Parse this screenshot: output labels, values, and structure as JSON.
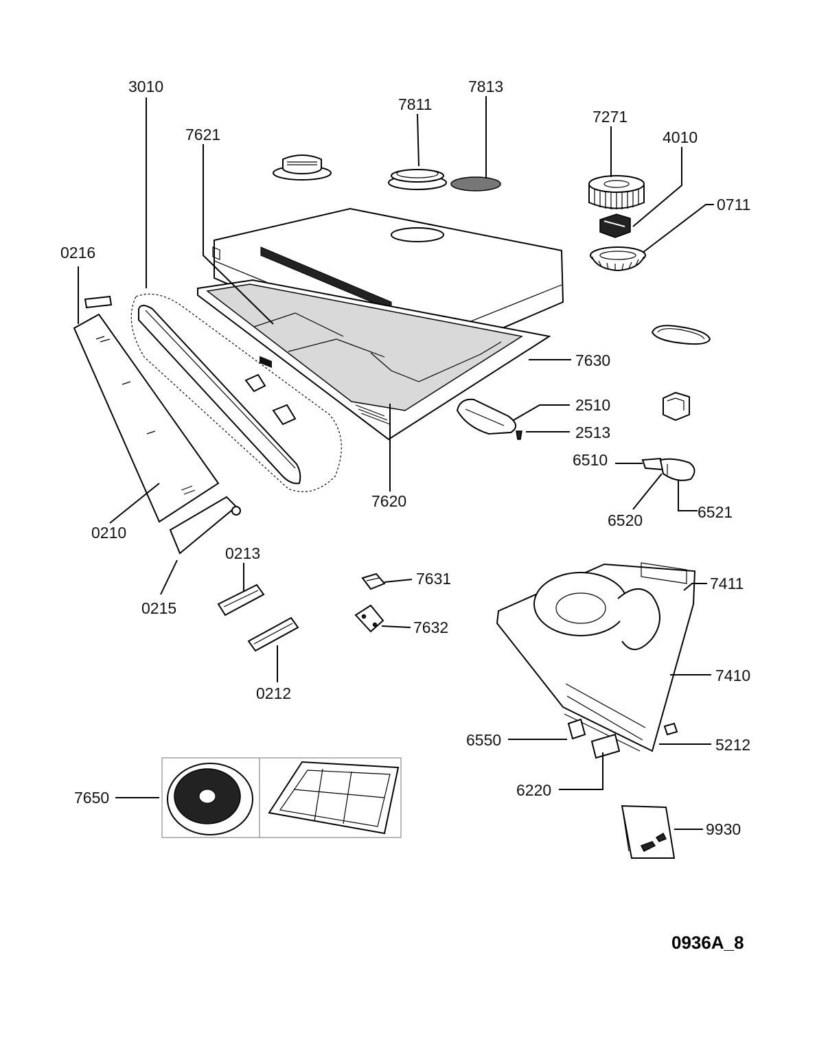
{
  "diagram_code": "0936A_8",
  "part_labels": {
    "p3010": "3010",
    "p7621": "7621",
    "p7811": "7811",
    "p7813": "7813",
    "p7271": "7271",
    "p4010": "4010",
    "p0711": "0711",
    "p0216": "0216",
    "p7630": "7630",
    "p2510": "2510",
    "p2513": "2513",
    "p6510": "6510",
    "p6520": "6520",
    "p6521": "6521",
    "p7620": "7620",
    "p0210": "0210",
    "p0215": "0215",
    "p0213": "0213",
    "p7631": "7631",
    "p7632": "7632",
    "p0212": "0212",
    "p7411": "7411",
    "p7410": "7410",
    "p6550": "6550",
    "p5212": "5212",
    "p6220": "6220",
    "p7650": "7650",
    "p9930": "9930"
  }
}
